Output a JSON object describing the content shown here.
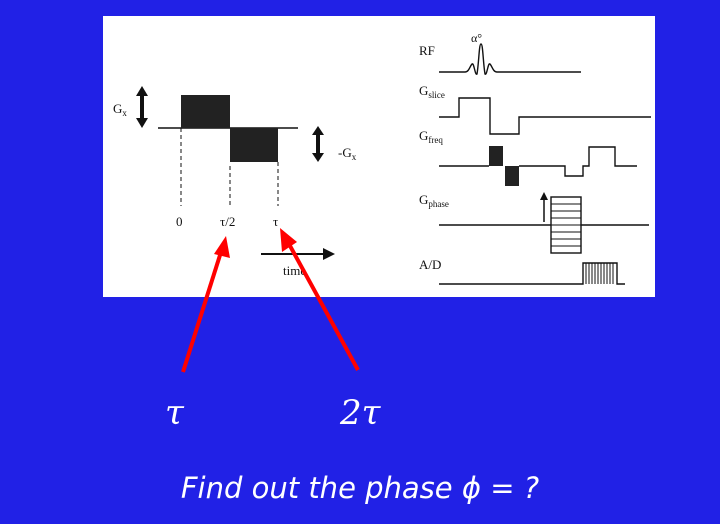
{
  "left_diagram": {
    "gx_label": "G",
    "gx_sub": "x",
    "neg_gx_label": "-G",
    "neg_gx_sub": "x",
    "tick_0": "0",
    "tick_half": "τ/2",
    "tick_tau": "τ",
    "time_label": "time"
  },
  "right_diagram": {
    "rf_label": "RF",
    "flip_label": "α°",
    "gslice_label": "G",
    "gslice_sub": "slice",
    "gfreq_label": "G",
    "gfreq_sub": "freq",
    "gphase_label": "G",
    "gphase_sub": "phase",
    "ad_label": "A/D"
  },
  "annotations": {
    "tau": "τ",
    "two_tau": "2τ",
    "question": "Find out the phase ϕ = ?"
  },
  "colors": {
    "background": "#2121e6",
    "arrow": "#ff0000",
    "text": "#ffffff"
  }
}
